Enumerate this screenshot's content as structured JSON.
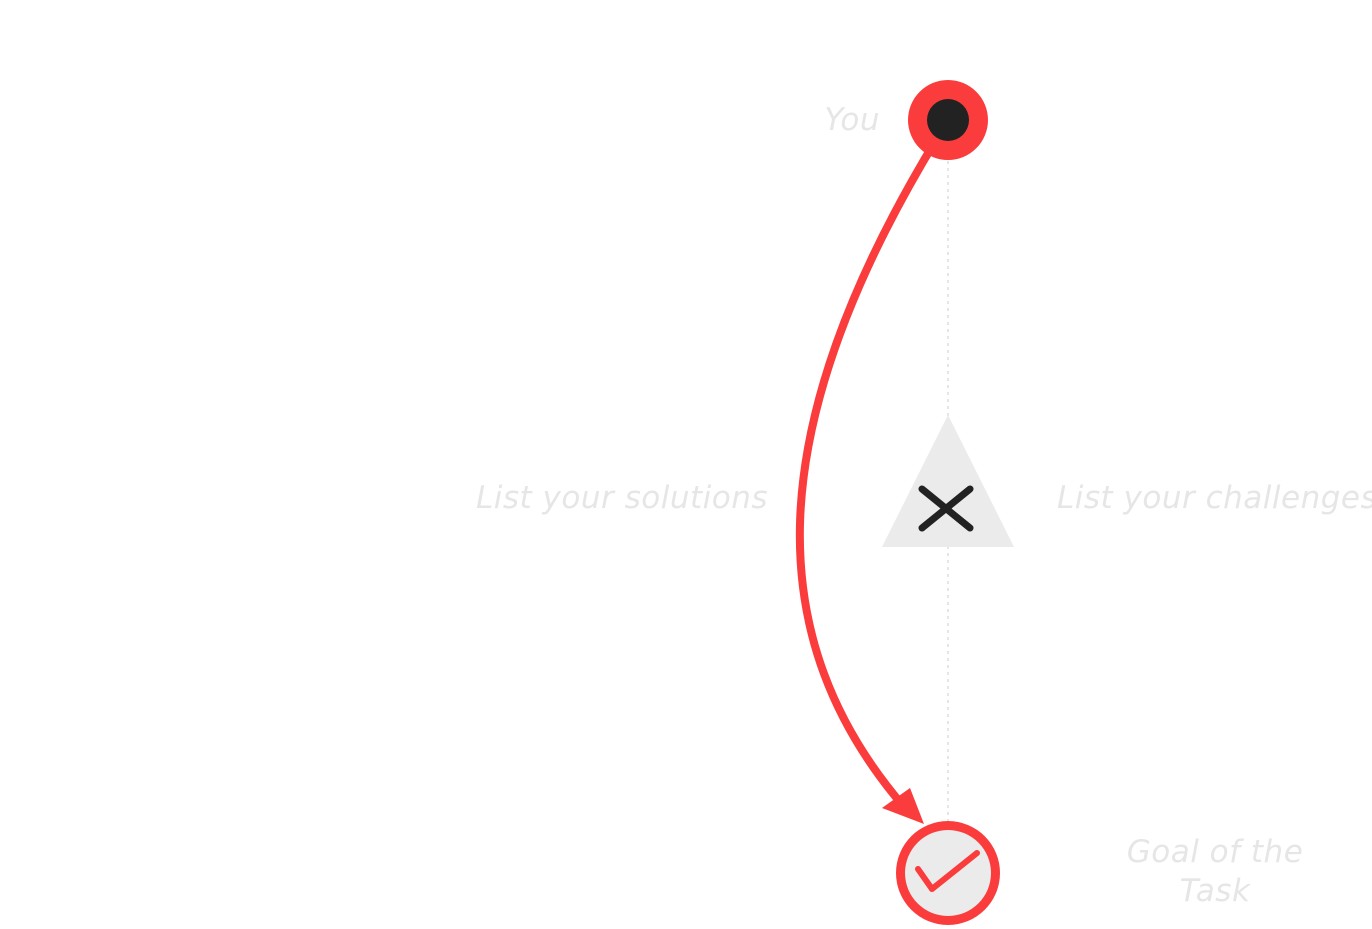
{
  "labels": {
    "you": "You",
    "solutions": "List your solutions",
    "challenges": "List your challenges",
    "goal": "Goal of the Task"
  },
  "colors": {
    "accent": "#fb3c3c",
    "dark": "#222222",
    "light_gray": "#ebebeb",
    "label_gray": "#e6e6e6",
    "guide_line": "#dddddd"
  },
  "icons": {
    "start": "you-marker-icon",
    "obstacle": "obstacle-x-icon",
    "goal": "goal-check-icon"
  }
}
